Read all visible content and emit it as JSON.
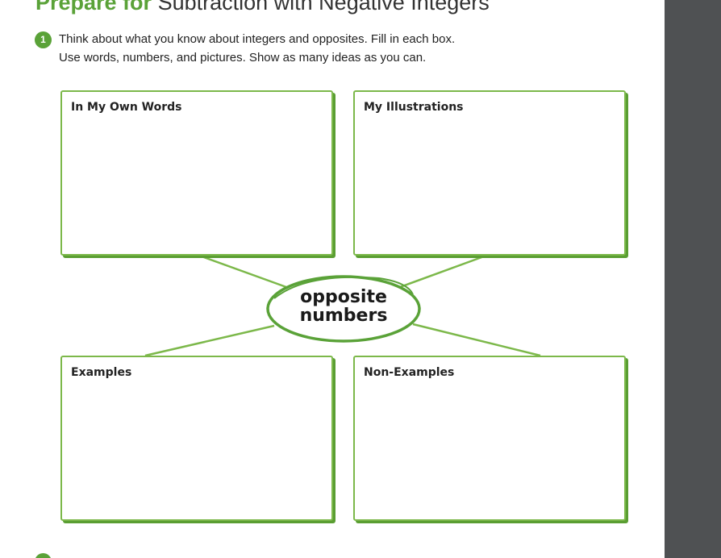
{
  "title": {
    "prefix": "Prepare for",
    "topic": "Subtraction with Negative Integers"
  },
  "question": {
    "number": "1",
    "line1": "Think about what you know about integers and opposites. Fill in each box.",
    "line2": "Use words, numbers, and pictures. Show as many ideas as you can."
  },
  "organizer": {
    "center_line1": "opposite",
    "center_line2": "numbers",
    "boxes": {
      "top_left": "In My Own Words",
      "top_right": "My Illustrations",
      "bottom_left": "Examples",
      "bottom_right": "Non-Examples"
    }
  },
  "colors": {
    "accent_green": "#5aa238",
    "line_green": "#7cb84a",
    "side_panel": "#4f5153"
  }
}
